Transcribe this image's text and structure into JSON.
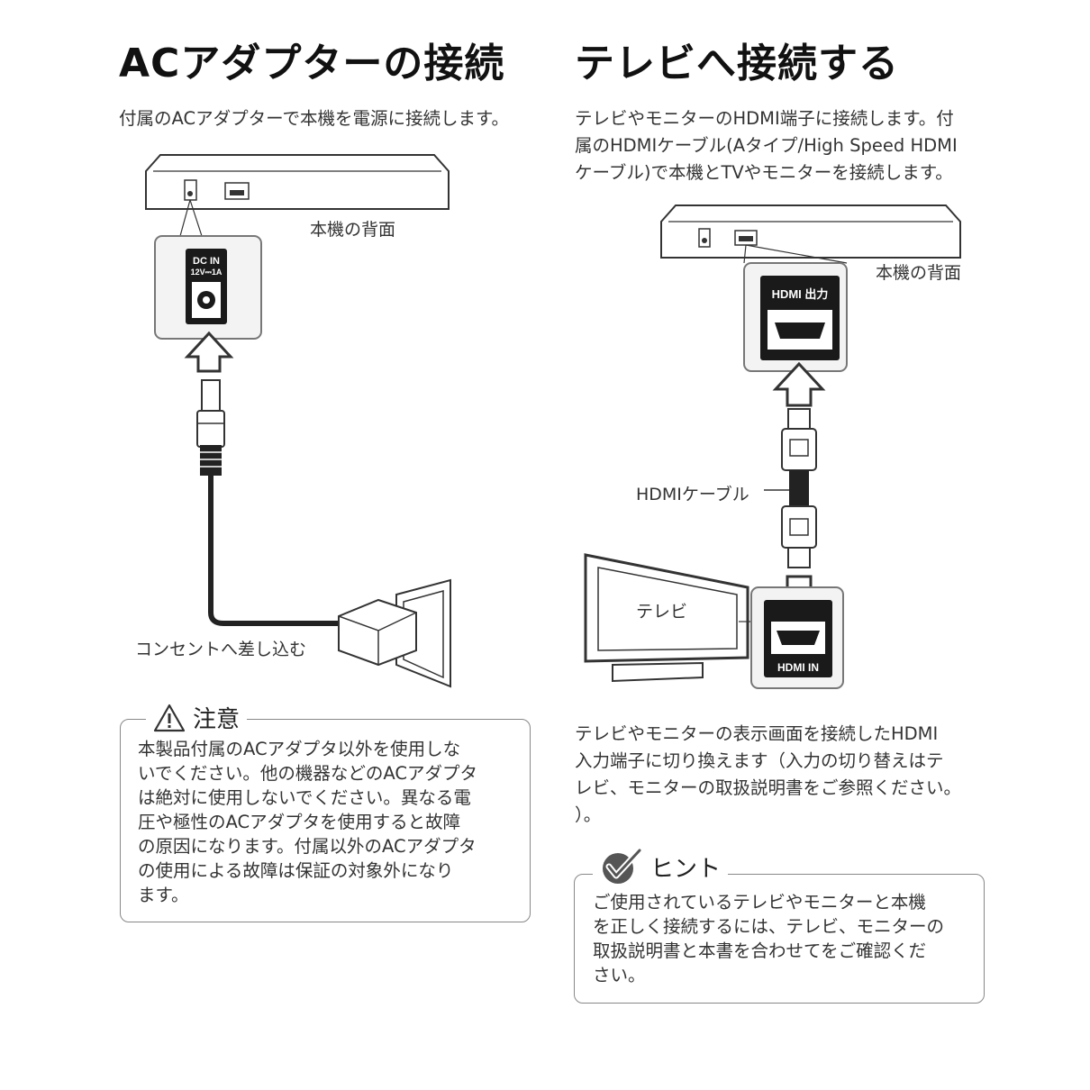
{
  "left": {
    "title": "ACアダプターの接続",
    "intro": "付属のACアダプターで本機を電源に接続します。",
    "back_label": "本機の背面",
    "dc_in_label": "DC IN",
    "dc_in_rating": "12V⎓1A",
    "outlet_label": "コンセントへ差し込む",
    "caution": {
      "heading": "注意",
      "icon": "warning-triangle-icon",
      "lines": [
        "本製品付属のACアダプタ以外を使用しな",
        "いでください。他の機器などのACアダプタ",
        "は絶対に使用しないでください。異なる電",
        "圧や極性のACアダプタを使用すると故障",
        "の原因になります。付属以外のACアダプタ",
        "の使用による故障は保証の対象外になり",
        "ます。"
      ]
    }
  },
  "right": {
    "title": "テレビへ接続する",
    "intro_lines": [
      "テレビやモニターのHDMI端子に接続します。付",
      "属のHDMIケーブル(Aタイプ/High Speed HDMI",
      "ケーブル)で本機とTVやモニターを接続します。"
    ],
    "back_label": "本機の背面",
    "hdmi_out_label": "HDMI 出力",
    "cable_label": "HDMIケーブル",
    "tv_label": "テレビ",
    "hdmi_in_label": "HDMI IN",
    "switch_lines": [
      "テレビやモニターの表示画面を接続したHDMI",
      "入力端子に切り換えます（入力の切り替えはテ",
      "レビ、モニターの取扱説明書をご参照ください。",
      "）。"
    ],
    "hint": {
      "heading": "ヒント",
      "icon": "checkmark-icon",
      "lines": [
        "ご使用されているテレビやモニターと本機",
        "を正しく接続するには、テレビ、モニターの",
        "取扱説明書と本書を合わせてをご確認くだ",
        "さい。"
      ]
    }
  }
}
